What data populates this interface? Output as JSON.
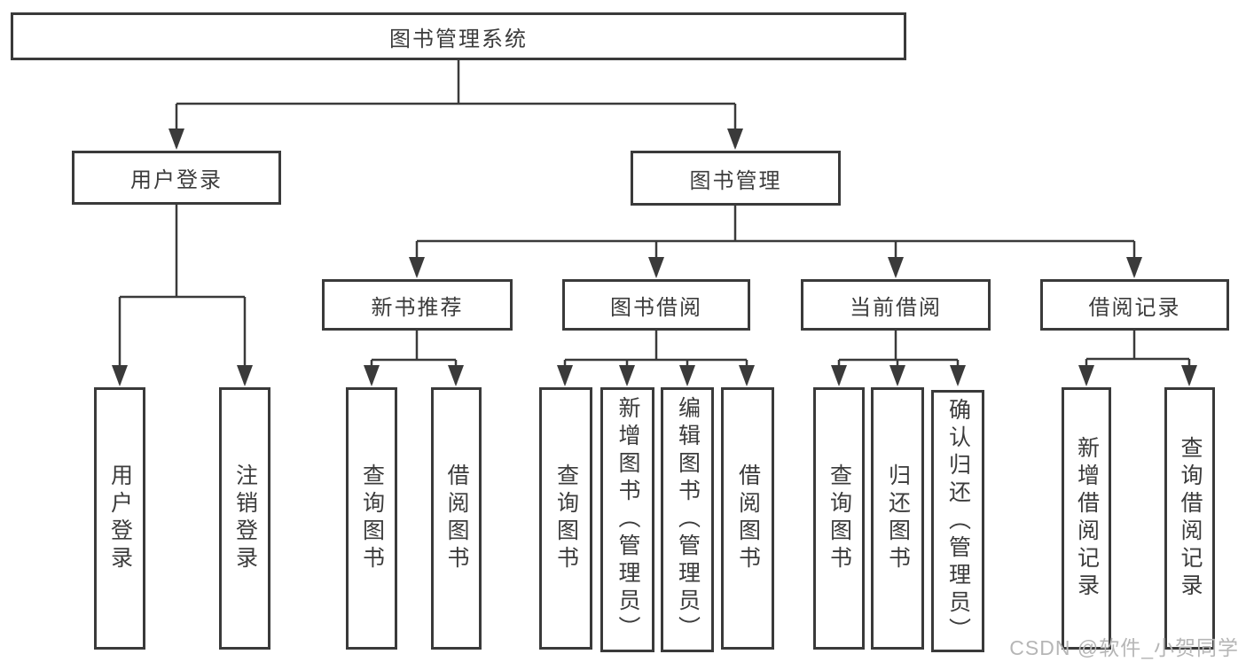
{
  "diagram_title": "图书管理系统",
  "colors": {
    "line": "#3a3a3a",
    "box_border": "#3a3a3a",
    "text": "#3c3c3c",
    "background": "#ffffff",
    "watermark": "#b6b6b6"
  },
  "nodes": {
    "root": {
      "label": "图书管理系统"
    },
    "user_login": {
      "label": "用户登录"
    },
    "book_mgmt": {
      "label": "图书管理"
    },
    "new_book_rec": {
      "label": "新书推荐"
    },
    "book_borrow": {
      "label": "图书借阅"
    },
    "current_borrow": {
      "label": "当前借阅"
    },
    "borrow_records": {
      "label": "借阅记录"
    },
    "leaf_user_login": {
      "label": "用户登录"
    },
    "leaf_logout": {
      "label": "注销登录"
    },
    "leaf_query_book_a": {
      "label": "查询图书"
    },
    "leaf_borrow_book_a": {
      "label": "借阅图书"
    },
    "leaf_query_book_b": {
      "label": "查询图书"
    },
    "leaf_add_book": {
      "label": "新增图书（管理员）"
    },
    "leaf_edit_book": {
      "label": "编辑图书（管理员）"
    },
    "leaf_borrow_book_b": {
      "label": "借阅图书"
    },
    "leaf_query_book_c": {
      "label": "查询图书"
    },
    "leaf_return_book": {
      "label": "归还图书"
    },
    "leaf_confirm_return": {
      "label": "确认归还（管理员）"
    },
    "leaf_add_record": {
      "label": "新增借阅记录"
    },
    "leaf_query_record": {
      "label": "查询借阅记录"
    }
  },
  "hierarchy": {
    "图书管理系统": {
      "用户登录": [
        "用户登录",
        "注销登录"
      ],
      "图书管理": {
        "新书推荐": [
          "查询图书",
          "借阅图书"
        ],
        "图书借阅": [
          "查询图书",
          "新增图书（管理员）",
          "编辑图书（管理员）",
          "借阅图书"
        ],
        "当前借阅": [
          "查询图书",
          "归还图书",
          "确认归还（管理员）"
        ],
        "借阅记录": [
          "新增借阅记录",
          "查询借阅记录"
        ]
      }
    }
  },
  "watermark": {
    "text": "CSDN @软件_小贺同学"
  }
}
